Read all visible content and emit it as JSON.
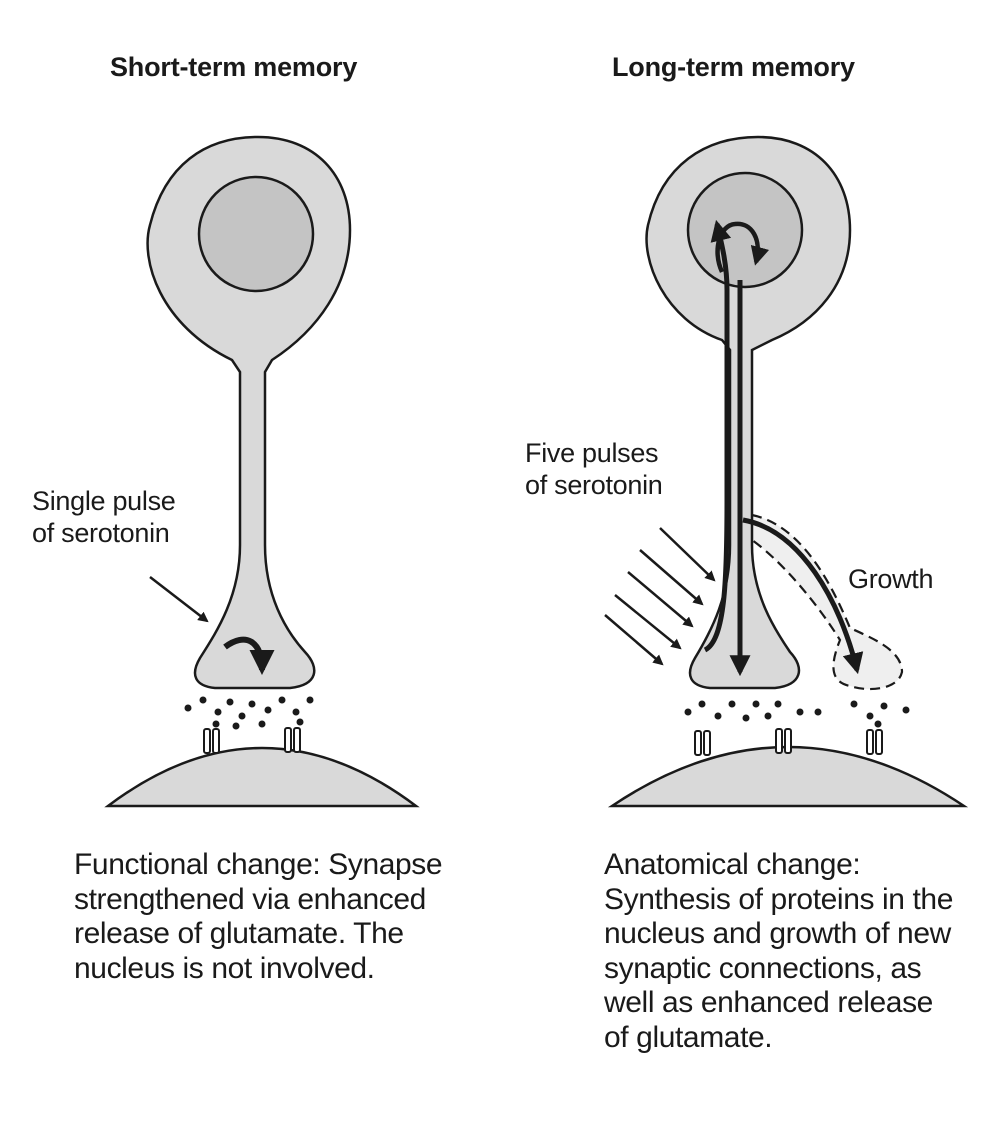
{
  "panels": {
    "short_term": {
      "title": "Short-term memory",
      "stimulus_label": "Single pulse\nof serotonin",
      "caption": "Functional change: Synapse\nstrengthened via enhanced\nrelease of glutamate. The\nnucleus is not involved."
    },
    "long_term": {
      "title": "Long-term memory",
      "stimulus_label": "Five pulses\nof serotonin",
      "growth_label": "Growth",
      "caption": "Anatomical change:\nSynthesis of proteins in the\nnucleus and growth of new\nsynaptic connections, as\nwell as enhanced release\nof glutamate."
    }
  },
  "colors": {
    "cell_fill": "#d9d9d9",
    "nucleus_fill": "#c4c4c4",
    "ink": "#1a1a1a"
  }
}
